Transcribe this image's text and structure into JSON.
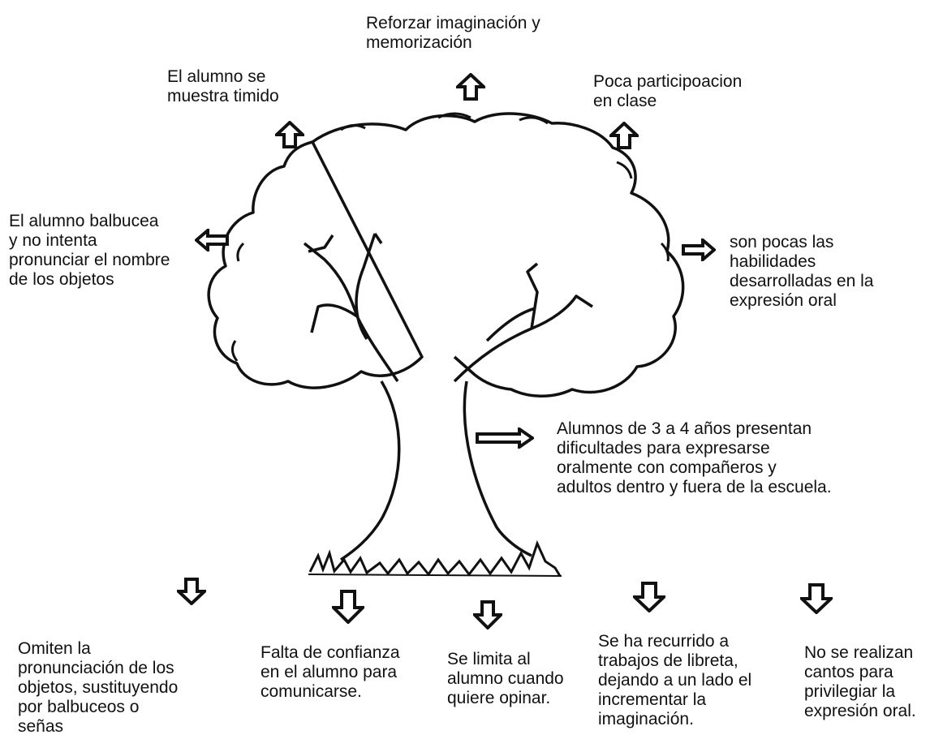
{
  "effects": {
    "top_center": "Reforzar imaginación y\nmemorización",
    "top_left": "El alumno se\nmuestra timido",
    "top_right": "Poca participoacion\nen clase",
    "left": "El alumno balbucea\ny no intenta\npronunciar el nombre\nde los objetos",
    "right": "son pocas las\nhabilidades\ndesarrolladas en la\nexpresión oral"
  },
  "problem": "Alumnos de 3 a 4 años presentan\ndificultades para expresarse\noralmente con compañeros y\nadultos dentro y fuera de la escuela.",
  "causes": [
    "Omiten la\npronunciación de los\nobjetos, sustituyendo\npor balbuceos o\nseñas",
    "Falta de confianza\nen el alumno para\ncomunicarse.",
    "Se limita al\nalumno cuando\nquiere opinar.",
    "Se ha recurrido a\ntrabajos de libreta,\ndejando a un lado el\nincrementar la\nimaginación.",
    "No se realizan\ncantos para\nprivilegiar la\nexpresión oral."
  ],
  "colors": {
    "ink": "#111111",
    "background": "#ffffff"
  }
}
